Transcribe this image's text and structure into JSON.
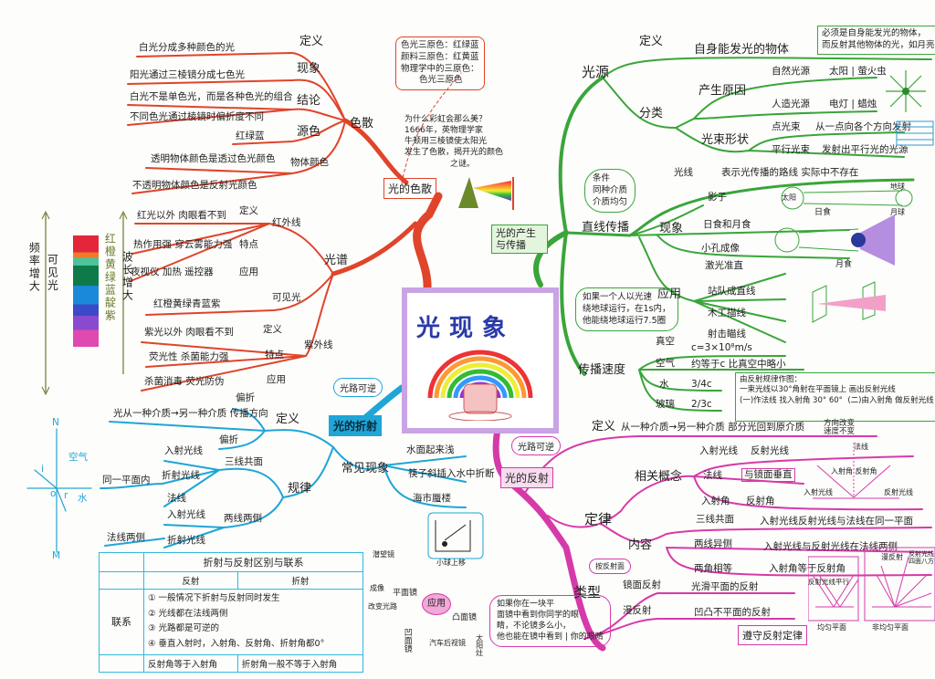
{
  "title": "光现象",
  "colors": {
    "dispersion": "#e0442a",
    "source": "#3aa53a",
    "refraction": "#1fa5d6",
    "reflection": "#d63aa8",
    "frame": "#c9a3e3"
  },
  "dispersion": {
    "root": "光的色散",
    "hub": "色散",
    "def_k": "定义",
    "def_v": "白光分成多种颜色的光",
    "phen_k": "现象",
    "phen_v": "阳光通过三棱镜分成七色光",
    "concl_k": "结论",
    "concl_v1": "白光不是单色光，而是各种色光的组合",
    "concl_v2": "不同色光通过棱镜时偏折度不同",
    "prim_k": "源色",
    "prim_v": "红绿蓝",
    "obj_k": "物体颜色",
    "obj_v1": "透明物体颜色是透过色光颜色",
    "obj_v2": "不透明物体颜色是反射光颜色",
    "box": [
      "色光三原色：红绿蓝",
      "颜料三原色：红黄蓝",
      "物理学中的三原色：",
      "色光三原色"
    ],
    "note": [
      "为什么彩虹会那么美？",
      "1666年，英物理学家",
      "牛顿用三棱镜使太阳光",
      "发生了色散，揭开光的颜色",
      "之谜。"
    ]
  },
  "spectrum": {
    "hub": "光谱",
    "ir": "红外线",
    "ir_items": [
      [
        "红光以外 肉眼看不到",
        "定义"
      ],
      [
        "热作用强 穿云雾能力强",
        "特点"
      ],
      [
        "夜视仪 加热 遥控器",
        "应用"
      ]
    ],
    "visible": "可见光",
    "visible_v": "红橙黄绿青蓝紫",
    "uv": "紫外线",
    "uv_items": [
      [
        "紫光以外 肉眼看不到",
        "定义"
      ],
      [
        "荧光性 杀菌能力强",
        "特点"
      ],
      [
        "杀菌消毒 荧光防伪",
        "应用"
      ]
    ],
    "freq": "频率增大",
    "vis": "可见光",
    "colors_v": "红橙黄绿蓝靛紫",
    "wave": "波长增大"
  },
  "source": {
    "branch": "光的产生与传播",
    "hub": "光源",
    "def_k": "定义",
    "def_v": "自身能发光的物体",
    "def_note": [
      "必须是自身能发光的物体，",
      "而反射其他物体的光，如月亮"
    ],
    "class_k": "分类",
    "cause": "产生原因",
    "natural": "自然光源",
    "natural_ex": "太阳 | 萤火虫",
    "artificial": "人造光源",
    "artificial_ex": "电灯 | 蜡烛",
    "shape": "光束形状",
    "point": "点光束",
    "point_v": "从一点向各个方向发射",
    "parallel": "平行光束",
    "parallel_v": "发射出平行光的光源"
  },
  "straight": {
    "hub": "直线传播",
    "cond": [
      "条件",
      "同种介质",
      "介质均匀"
    ],
    "ray": "光线",
    "ray_v": "表示光传播的路线 实际中不存在",
    "phen": "现象",
    "phen_items": [
      "影子",
      "日食和月食",
      "小孔成像"
    ],
    "app": "应用",
    "app_items": [
      "激光准直",
      "站队成直线",
      "木工描线",
      "射击瞄线"
    ],
    "diagram": {
      "solar": "日食",
      "lunar": "月食",
      "sun": "太阳",
      "earth": "地球",
      "moon": "月球"
    }
  },
  "speed": {
    "hub": "传播速度",
    "bubble": [
      "如果一个人以光速",
      "绕地球运行，在1s内，",
      "他能绕地球运行7.5圈"
    ],
    "rows": [
      [
        "真空",
        "c=3×10⁸m/s"
      ],
      [
        "空气",
        "约等于c 比真空中略小"
      ],
      [
        "水",
        "3/4c"
      ],
      [
        "玻璃",
        "2/3c"
      ]
    ],
    "exercise": [
      "由反射规律作图：",
      "一束光线以30°角射在平面镜上 画出反射光线",
      "(一)作法线 找入射角",
      "(二)由入射角 做反射光线",
      "30°",
      "60°"
    ]
  },
  "refraction": {
    "root": "光的折射",
    "cloud": "光路可逆",
    "def_k": "定义",
    "def_v": "光从一种介质→另一种介质 传播方向",
    "bend1": "偏折",
    "bend2": "偏折",
    "law": "规律",
    "coplanar": "三线共面",
    "same_plane": "同一平面内",
    "coplanar_items": [
      "入射光线",
      "折射光线",
      "法线"
    ],
    "sides": "两线两侧",
    "normal_sides": "法线两侧",
    "sides_items": [
      "入射光线",
      "折射光线"
    ],
    "common": "常见现象",
    "common_items": [
      "水面起来浅",
      "筷子斜插入水中折断",
      "海市蜃楼"
    ],
    "axes": {
      "n": "N",
      "m": "M",
      "air": "空气",
      "water": "水",
      "i": "i",
      "r": "r",
      "o": "o"
    },
    "ball": "小球上移"
  },
  "table": {
    "title": "折射与反射区别与联系",
    "col1": "反射",
    "col2": "折射",
    "row_label": "联系",
    "links": [
      "① 一般情况下折射与反射同时发生",
      "② 光线都在法线两侧",
      "③ 光路都是可逆的",
      "④ 垂直入射时，入射角、反射角、折射角都0°"
    ],
    "diff1": "反射角等于入射角",
    "diff2": "折射角一般不等于入射角"
  },
  "reflection": {
    "root": "光的反射",
    "cloud": "光路可逆",
    "def_k": "定义",
    "def_v": "从一种介质→另一种介质 部分光回到原介质",
    "def_note": [
      "方向改变",
      "速度不变"
    ],
    "law": "定律",
    "concepts": "相关概念",
    "concept_items": [
      [
        "入射光线",
        "反射光线"
      ],
      [
        "法线",
        "与镜面垂直"
      ],
      [
        "入射角",
        "反射角"
      ]
    ],
    "content": "内容",
    "content_items": [
      [
        "三线共面",
        "入射光线反射光线与法线在同一平面"
      ],
      [
        "两线异侧",
        "入射光线与反射光线在法线两侧"
      ],
      [
        "两角相等",
        "入射角等于反射角"
      ]
    ],
    "type": "类型",
    "type_cloud": "按反射面",
    "specular": "镜面反射",
    "specular_v": "光滑平面的反射",
    "diffuse": "漫反射",
    "diffuse_v": "凹凸不平面的反射",
    "obey": "遵守反射定律",
    "diagram": {
      "normal": "法线",
      "angles": "入射角 反射角",
      "incident": "入射光线",
      "reflected": "反射光线",
      "parallel": "反射光线平行",
      "smooth": "均匀平面",
      "rough": "非均匀平面",
      "diffuse": "漫反射",
      "scatter": "反射光线 四面八方"
    },
    "app": "应用",
    "mirrors": [
      "平面镜",
      "凸面镜",
      "凹面镜"
    ],
    "mirror_uses": [
      "潜望镜",
      "成像",
      "改变光路",
      "汽车后视镜",
      "太阳灶"
    ],
    "bubble": [
      "如果你在一块平",
      "面镜中看到你同学的眼",
      "睛，不论镜多么小，",
      "他也能在镜中看到",
      "你的眼睛"
    ]
  }
}
